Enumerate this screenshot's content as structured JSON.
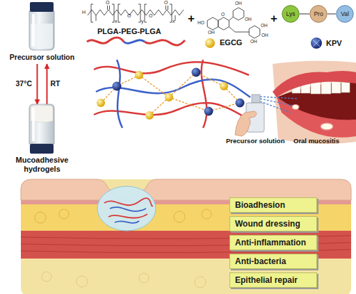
{
  "diagram": {
    "nodes": [
      {
        "text": [
          "Precursor solution"
        ]
      },
      {
        "text": [
          "Mucoadhesive hydrogels"
        ]
      },
      {
        "text": [
          "Lys"
        ]
      },
      {
        "text": [
          "Pro"
        ]
      },
      {
        "text": [
          "Val"
        ]
      },
      {
        "text": [
          "Bioadhesion"
        ]
      },
      {
        "text": [
          "Wound dressing"
        ]
      },
      {
        "text": [
          "Anti-inflammation"
        ]
      },
      {
        "text": [
          "Anti-bacteria"
        ]
      },
      {
        "text": [
          "Epithelial repair"
        ]
      }
    ],
    "edges": [
      {
        "from": 0,
        "to": 1,
        "label": "37°C",
        "arrow": "to"
      },
      {
        "from": 1,
        "to": 0,
        "label": "RT",
        "arrow": "to"
      },
      {
        "from": 2,
        "to": 3,
        "arrow": "none"
      },
      {
        "from": 3,
        "to": 4,
        "arrow": "none"
      }
    ],
    "labels": [
      "PLGA-PEG-PLGA",
      "H",
      "O",
      "O",
      "O",
      "O",
      "x",
      "y",
      "x",
      "+",
      "EGCG",
      "HO",
      "OH",
      "OH",
      "OH",
      "O",
      "OH",
      "OH",
      "OH",
      "+",
      "KPV",
      "Precursor solution",
      "Oral mucositis"
    ]
  }
}
